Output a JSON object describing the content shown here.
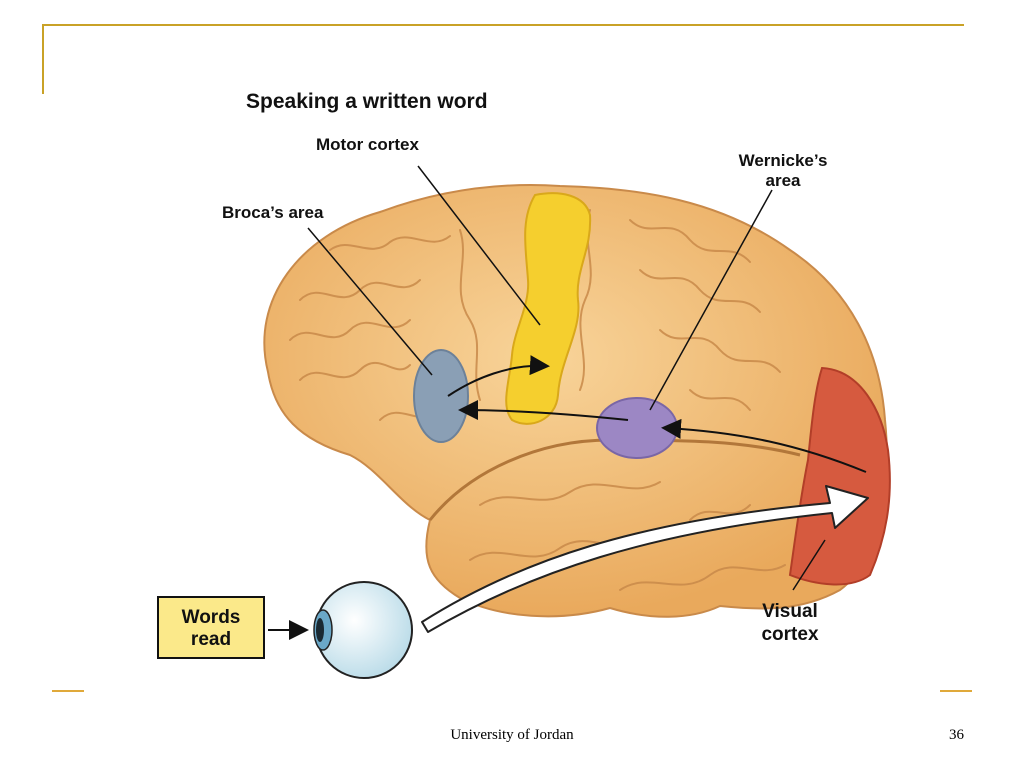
{
  "diagram": {
    "title": "Speaking a written word",
    "labels": {
      "motor_cortex": "Motor cortex",
      "brocas_area": "Broca’s area",
      "wernickes_line1": "Wernicke’s",
      "wernickes_line2": "area",
      "visual_line1": "Visual",
      "visual_line2": "cortex",
      "words_line1": "Words",
      "words_line2": "read"
    },
    "colors": {
      "brain": "#f3c27a",
      "motor_cortex": "#f5cf2e",
      "brocas_area": "#8a9fb5",
      "wernickes_area": "#9c87c4",
      "visual_cortex": "#d65a3f",
      "label_box": "#fbe98a",
      "accent": "#c9a227"
    }
  },
  "footer": {
    "institution": "University of Jordan",
    "page_number": "36"
  }
}
